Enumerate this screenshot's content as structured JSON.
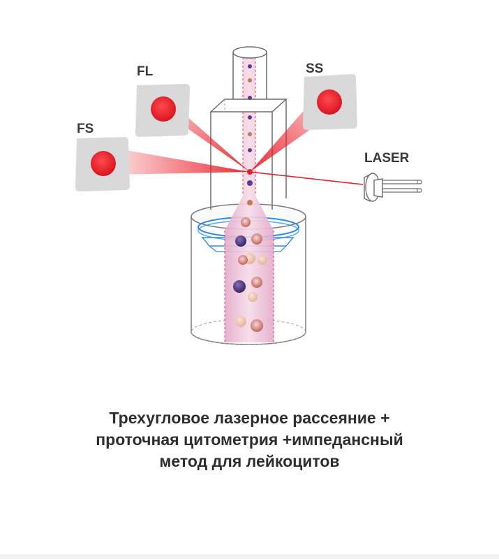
{
  "diagram": {
    "labels": {
      "fl": "FL",
      "ss": "SS",
      "fs": "FS",
      "laser": "LASER"
    },
    "colors": {
      "beam": "#e8202a",
      "detector_panel": "#d9d9d9",
      "flow_stream": "#e9b7d4",
      "ring": "#2b8ee8",
      "outline": "#6b6b6b"
    }
  },
  "caption": {
    "line1": "Трехугловое лазерное рассеяние +",
    "line2": "проточная цитометрия +импедансный",
    "line3": "метод для лейкоцитов"
  }
}
